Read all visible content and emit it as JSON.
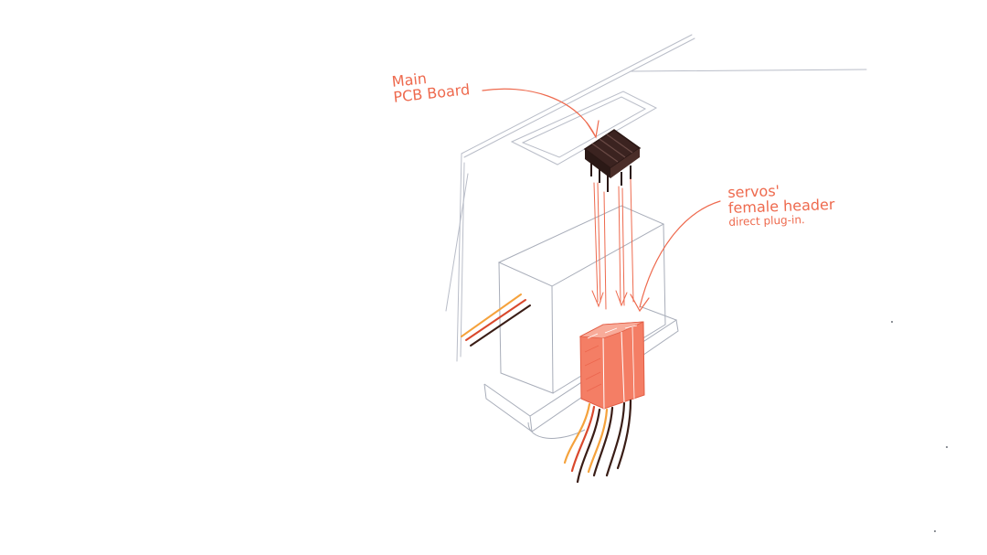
{
  "annotations": {
    "main_pcb": {
      "line1": "Main",
      "line2": "PCB Board"
    },
    "servos": {
      "line1": "servos'",
      "line2": "female header",
      "line3": "direct plug-in."
    }
  },
  "colors": {
    "pencil": "#b9bdc8",
    "annotation": "#ee6a4e",
    "pcb": "#3b2320",
    "header_fill": "#f47e65",
    "wire_orange": "#f5a23c",
    "wire_red": "#d9482c",
    "wire_brown": "#3a1d16"
  }
}
